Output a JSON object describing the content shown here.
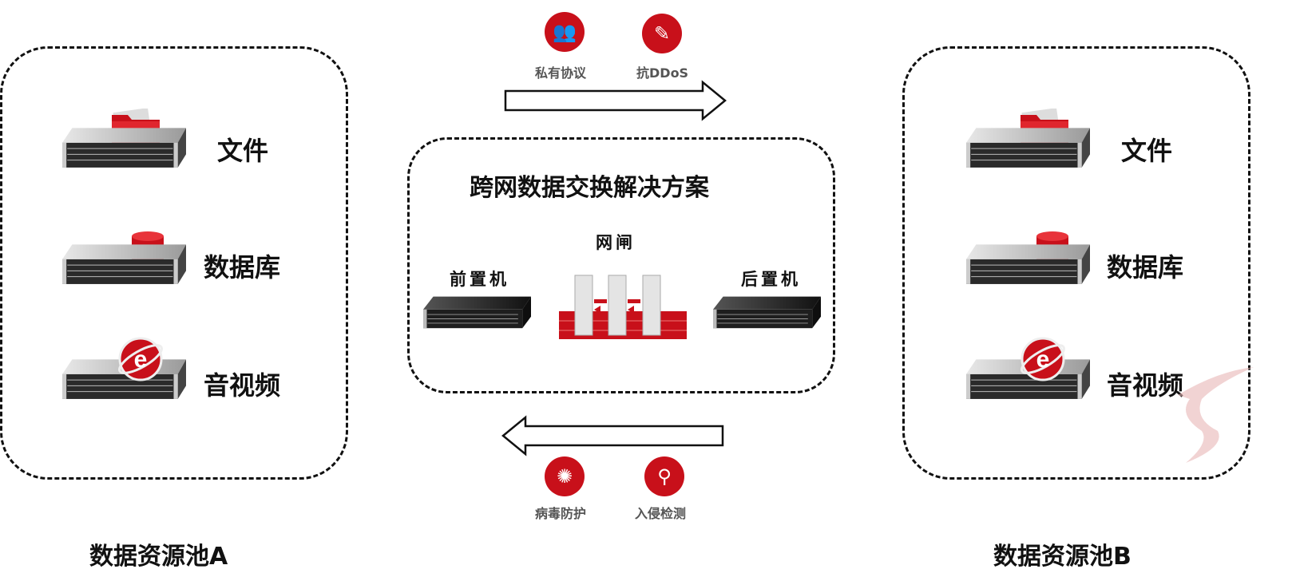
{
  "pool_a": {
    "title": "数据资源池A",
    "items": [
      {
        "label": "文件",
        "icon": "folder-icon"
      },
      {
        "label": "数据库",
        "icon": "database-icon"
      },
      {
        "label": "音视频",
        "icon": "ie-icon"
      }
    ]
  },
  "pool_b": {
    "title": "数据资源池B",
    "items": [
      {
        "label": "文件",
        "icon": "folder-icon"
      },
      {
        "label": "数据库",
        "icon": "database-icon"
      },
      {
        "label": "音视频",
        "icon": "ie-icon"
      }
    ]
  },
  "center": {
    "title": "跨网数据交换解决方案",
    "front": "前置机",
    "gate": "网闸",
    "back": "后置机"
  },
  "top_features": [
    {
      "label": "私有协议",
      "icon": "users-icon"
    },
    {
      "label": "抗DDoS",
      "icon": "document-edit-icon"
    }
  ],
  "bottom_features": [
    {
      "label": "病毒防护",
      "icon": "bug-icon"
    },
    {
      "label": "入侵检测",
      "icon": "magnifier-icon"
    }
  ],
  "colors": {
    "accent": "#c8101a",
    "border": "#111111"
  }
}
